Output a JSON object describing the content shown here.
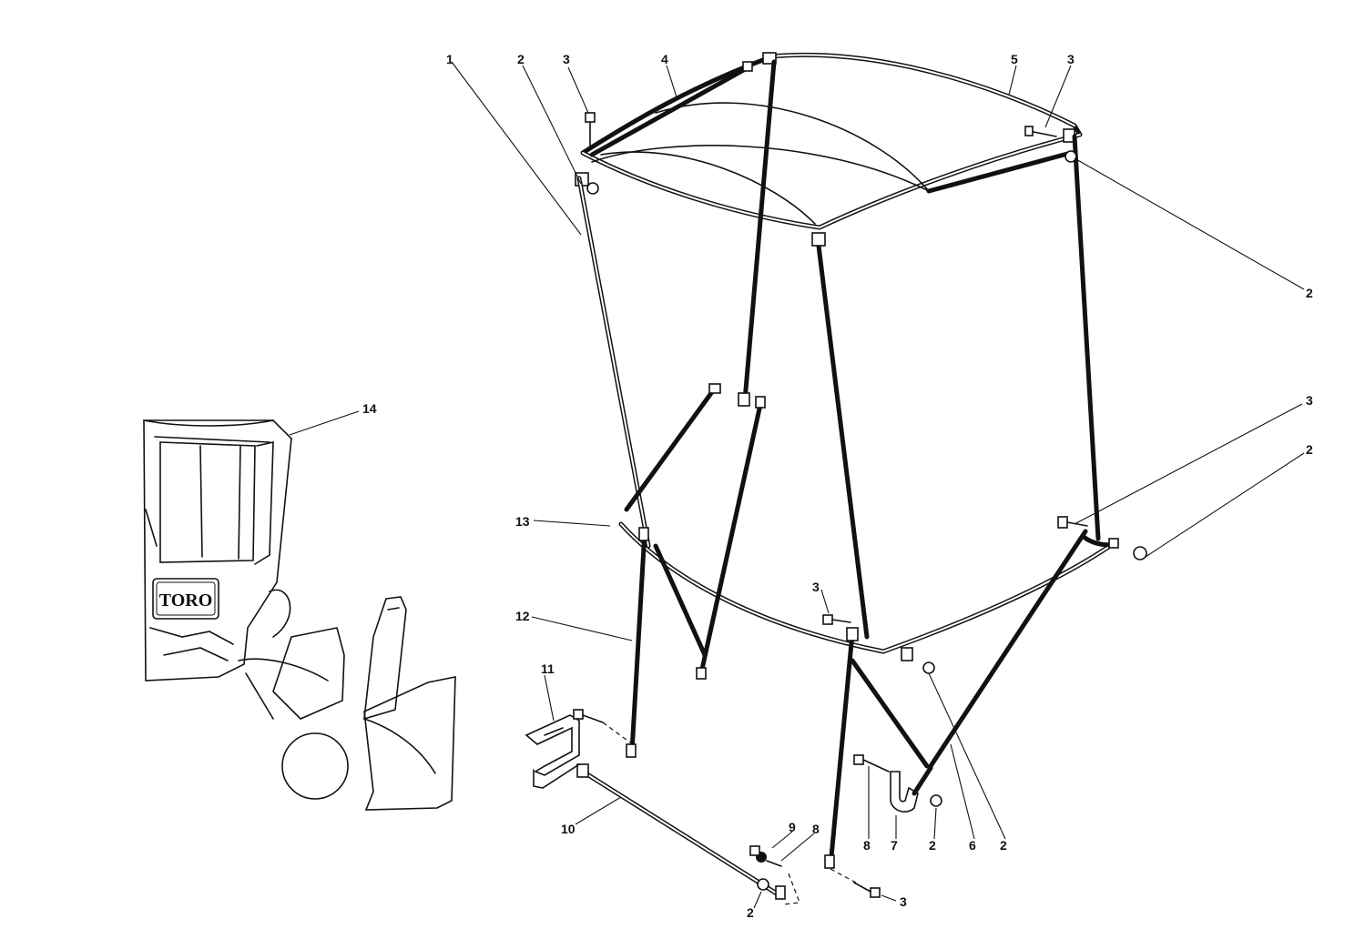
{
  "callouts": [
    {
      "id": "c1",
      "label": "1"
    },
    {
      "id": "c2a",
      "label": "2"
    },
    {
      "id": "c3a",
      "label": "3"
    },
    {
      "id": "c4",
      "label": "4"
    },
    {
      "id": "c5",
      "label": "5"
    },
    {
      "id": "c3b",
      "label": "3"
    },
    {
      "id": "c2b",
      "label": "2"
    },
    {
      "id": "c3c",
      "label": "3"
    },
    {
      "id": "c2c",
      "label": "2"
    },
    {
      "id": "c14",
      "label": "14"
    },
    {
      "id": "c13",
      "label": "13"
    },
    {
      "id": "c12",
      "label": "12"
    },
    {
      "id": "c11",
      "label": "11"
    },
    {
      "id": "c3d",
      "label": "3"
    },
    {
      "id": "c10",
      "label": "10"
    },
    {
      "id": "c9",
      "label": "9"
    },
    {
      "id": "c8a",
      "label": "8"
    },
    {
      "id": "c2d",
      "label": "2"
    },
    {
      "id": "c3e",
      "label": "3"
    },
    {
      "id": "c8b",
      "label": "8"
    },
    {
      "id": "c7",
      "label": "7"
    },
    {
      "id": "c2e",
      "label": "2"
    },
    {
      "id": "c6",
      "label": "6"
    },
    {
      "id": "c2f",
      "label": "2"
    }
  ],
  "logo": {
    "text": "TORO"
  },
  "colors": {
    "ink": "#111111",
    "paper": "#ffffff"
  }
}
